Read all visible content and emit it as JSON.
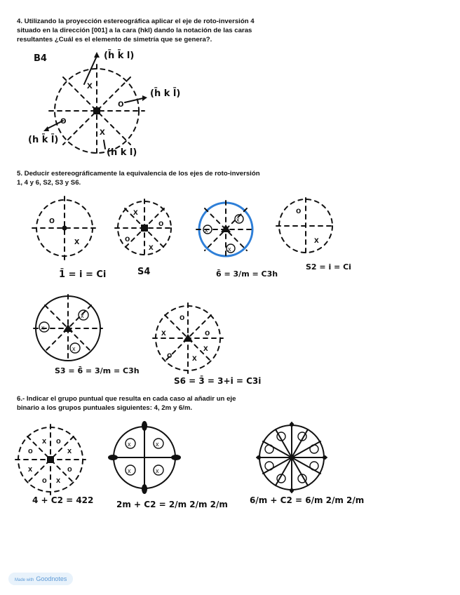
{
  "questions": {
    "q4": "4. Utilizando la proyección estereográfica aplicar el eje de roto-inversión 4\nsituado en la dirección [001] a la cara (hkl) dando la notación de las caras\nresultantes ¿Cuál es el elemento de simetría que se genera?.",
    "q5": "5. Deducir estereográficamente la equivalencia de los ejes de roto-inversión\n1, 4 y 6, S2, S3 y S6.",
    "q6": "6.- Indicar el grupo puntual que resulta en cada caso al añadir un eje\nbinario a los grupos puntuales siguientes: 4, 2m y 6/m."
  },
  "handwriting": {
    "b4": "B4",
    "face_top": "(h̄ k̄ l)",
    "face_right": "(h̄ k l̄)",
    "face_left": "(h k̄ l̄)",
    "face_bottom": "(h k l)",
    "label_1": "1̄ = i = Ci",
    "label_s4": "S4",
    "label_6bar": "6̄ = 3/m = C3h",
    "label_s2": "S2 = i = Ci",
    "label_s3": "S3 = 6̄ = 3/m = C3h",
    "label_s6": "S6 = 3̄ = 3+i = C3i",
    "label_4c2": "4 + C2 = 422",
    "label_2mc2": "2m + C2 = 2/m 2/m 2/m",
    "label_6mc2": "6/m + C2 = 6/m 2/m 2/m"
  },
  "colors": {
    "ink": "#111111",
    "highlight": "#2e7fd8",
    "badge_text": "#5e9ad6",
    "badge_bg": "#e8f2fb"
  },
  "footer": {
    "made_with": "Made with",
    "app": "Goodnotes"
  }
}
